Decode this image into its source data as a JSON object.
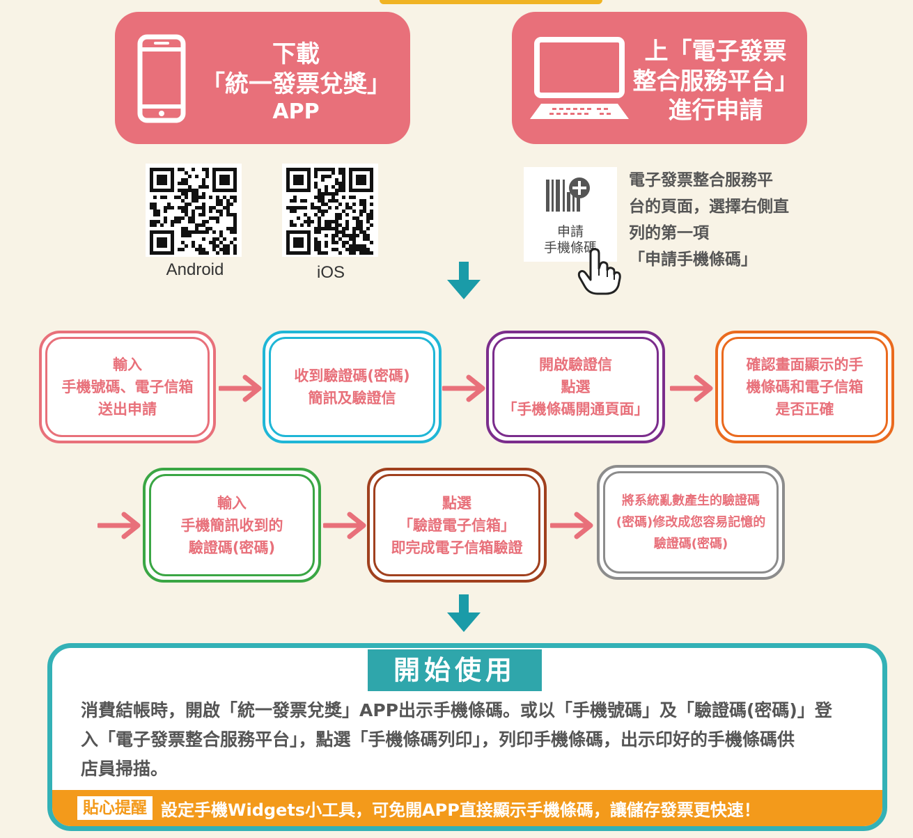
{
  "app_card": {
    "line1": "下載",
    "line2": "「統一發票兌獎」",
    "line3": "APP"
  },
  "platform_card": {
    "line1": "上「電子發票",
    "line2": "整合服務平台」",
    "line3": "進行申請"
  },
  "qr_codes": [
    {
      "label": "Android"
    },
    {
      "label": "iOS"
    }
  ],
  "apply_button": {
    "line1": "申請",
    "line2": "手機條碼"
  },
  "apply_instruction": {
    "line1": "電子發票整合服務平",
    "line2": "台的頁面，選擇右側直",
    "line3": "列的第一項",
    "line4": "「申請手機條碼」"
  },
  "steps": [
    {
      "lines": [
        "輸入",
        "手機號碼、電子信箱",
        "送出申請"
      ],
      "color": "#e8707a"
    },
    {
      "lines": [
        "收到驗證碼(密碼)",
        "簡訊及驗證信"
      ],
      "color": "#1fb6d6"
    },
    {
      "lines": [
        "開啟驗證信",
        "點選",
        "「手機條碼開通頁面」"
      ],
      "color": "#7b2d8c"
    },
    {
      "lines": [
        "確認畫面顯示的手",
        "機條碼和電子信箱",
        "是否正確"
      ],
      "color": "#ea6a1e"
    },
    {
      "lines": [
        "輸入",
        "手機簡訊收到的",
        "驗證碼(密碼)"
      ],
      "color": "#3aa644"
    },
    {
      "lines": [
        "點選",
        "「驗證電子信箱」",
        "即完成電子信箱驗證"
      ],
      "color": "#a0401e"
    },
    {
      "lines": [
        "將系統亂數產生的驗證碼",
        "(密碼)修改成您容易記憶的",
        "驗證碼(密碼)"
      ],
      "color": "#8c8c8c"
    }
  ],
  "start": {
    "title": "開始使用",
    "body_line1": "消費結帳時，開啟「統一發票兌獎」APP出示手機條碼。或以「手機號碼」及「驗證碼(密碼)」登",
    "body_line2": "入「電子發票整合服務平台」，點選「手機條碼列印」，列印手機條碼，出示印好的手機條碼供",
    "body_line3": "店員掃描。",
    "tip_badge": "貼心提醒",
    "tip_text": "設定手機Widgets小工具，可免開APP直接顯示手機條碼，讓儲存發票更快速！"
  },
  "colors": {
    "card_pink": "#e8707a",
    "arrow_teal": "#1a9ba8",
    "flow_arrow": "#e8707a",
    "start_border": "#33b1b6",
    "tip_orange": "#f39a1b"
  }
}
